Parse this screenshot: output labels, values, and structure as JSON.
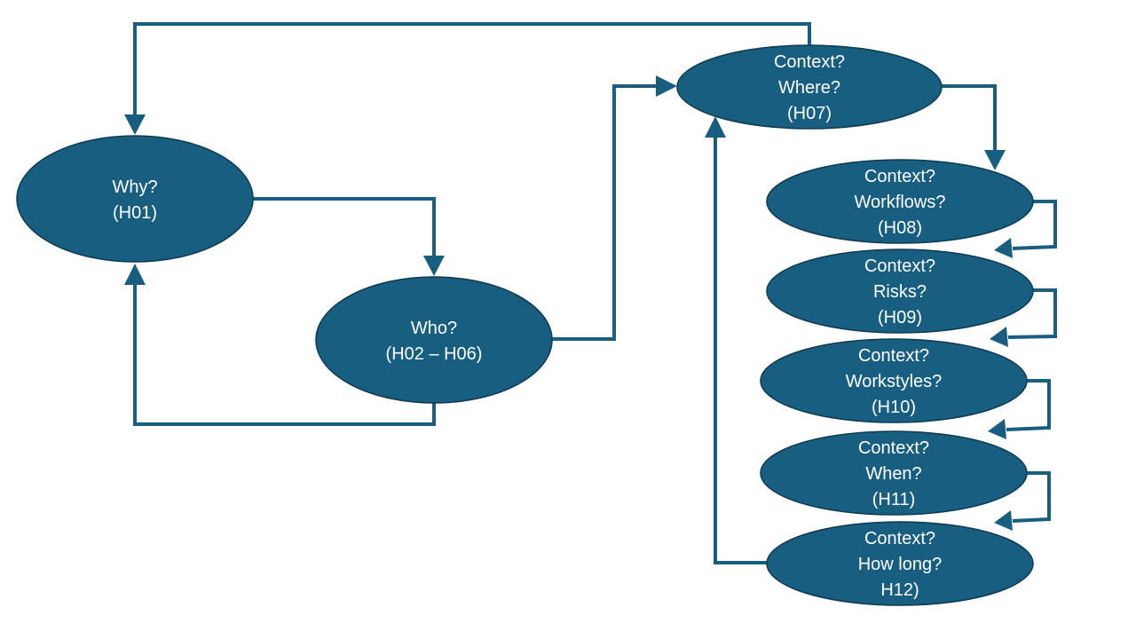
{
  "nodes": [
    {
      "id": "why",
      "lines": [
        "Why?",
        "(H01)"
      ]
    },
    {
      "id": "who",
      "lines": [
        "Who?",
        "(H02 – H06)"
      ]
    },
    {
      "id": "h07",
      "lines": [
        "Context?",
        "Where?",
        "(H07)"
      ]
    },
    {
      "id": "h08",
      "lines": [
        "Context?",
        "Workflows?",
        "(H08)"
      ]
    },
    {
      "id": "h09",
      "lines": [
        "Context?",
        "Risks?",
        "(H09)"
      ]
    },
    {
      "id": "h10",
      "lines": [
        "Context?",
        "Workstyles?",
        "(H10)"
      ]
    },
    {
      "id": "h11",
      "lines": [
        "Context?",
        "When?",
        "(H11)"
      ]
    },
    {
      "id": "h12",
      "lines": [
        "Context?",
        "How long?",
        "H12)"
      ]
    }
  ],
  "edges": [
    {
      "from": "why",
      "to": "who"
    },
    {
      "from": "who",
      "to": "why"
    },
    {
      "from": "who",
      "to": "h07"
    },
    {
      "from": "h07",
      "to": "why"
    },
    {
      "from": "h07",
      "to": "h08"
    },
    {
      "from": "h08",
      "to": "h09"
    },
    {
      "from": "h09",
      "to": "h10"
    },
    {
      "from": "h10",
      "to": "h11"
    },
    {
      "from": "h11",
      "to": "h12"
    },
    {
      "from": "h12",
      "to": "h07"
    }
  ],
  "colors": {
    "node_fill": "#175e80",
    "node_text": "#ffffff",
    "connector": "#175e80"
  }
}
